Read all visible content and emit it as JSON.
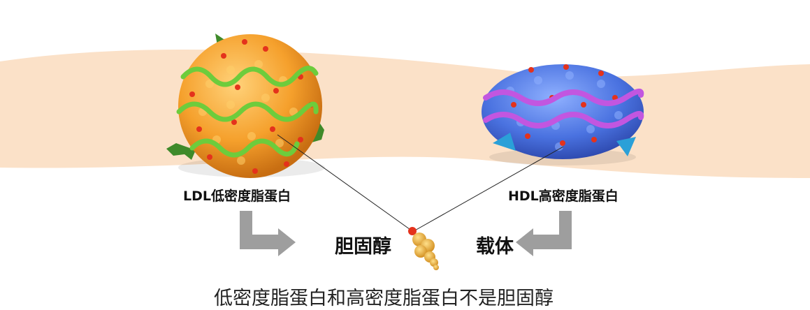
{
  "labels": {
    "ldl": "LDL低密度脂蛋白",
    "hdl": "HDL高密度脂蛋白",
    "cholesterol": "胆固醇",
    "carrier": "载体"
  },
  "caption": "低密度脂蛋白和高密度脂蛋白不是胆固醇",
  "colors": {
    "band": "#fbe1c8",
    "ldl_core": "#f5a02c",
    "ldl_wave": "#6dcc3c",
    "hdl_core": "#4a72e0",
    "hdl_wave": "#c256e0",
    "accent_dot": "#e4321c",
    "arrow": "#9e9e9e",
    "cholesterol": "#e8a52a"
  },
  "icons": [
    "ldl-particle-icon",
    "hdl-particle-icon",
    "cholesterol-molecule-icon",
    "arrow-right-icon",
    "arrow-left-icon"
  ]
}
